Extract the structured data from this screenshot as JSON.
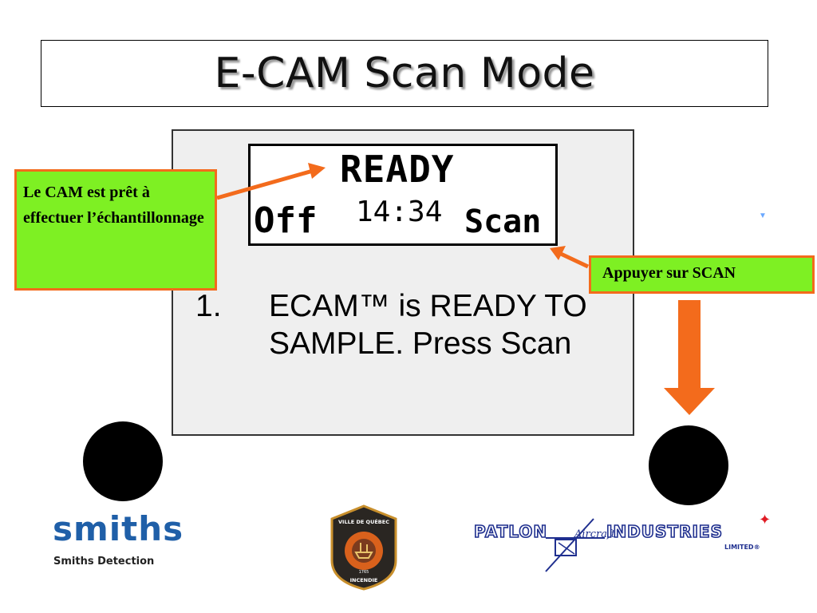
{
  "slide": {
    "title": "E-CAM Scan Mode"
  },
  "device_display": {
    "status": "READY",
    "left_softkey": "Off",
    "time": "14:34",
    "right_softkey": "Scan"
  },
  "instruction": {
    "number": "1.",
    "text": "ECAM™  is READY TO SAMPLE. Press Scan"
  },
  "callouts": {
    "left": "Le CAM est prêt à effectuer l’échantillonnage",
    "right": "Appuyer sur SCAN"
  },
  "logos": {
    "smiths": "smiths",
    "smiths_sub": "Smiths Detection",
    "badge_top": "VILLE DE QUÉBEC",
    "badge_year": "1765",
    "badge_bottom": "INCENDIE",
    "patlon_left": "PATLON",
    "patlon_script": "Aircraft",
    "patlon_right": "INDUSTRIES",
    "patlon_limited": "LIMITED®"
  },
  "colors": {
    "callout_fill": "#7ef023",
    "accent_orange": "#f36b1c",
    "smiths_blue": "#1f5fa8"
  }
}
